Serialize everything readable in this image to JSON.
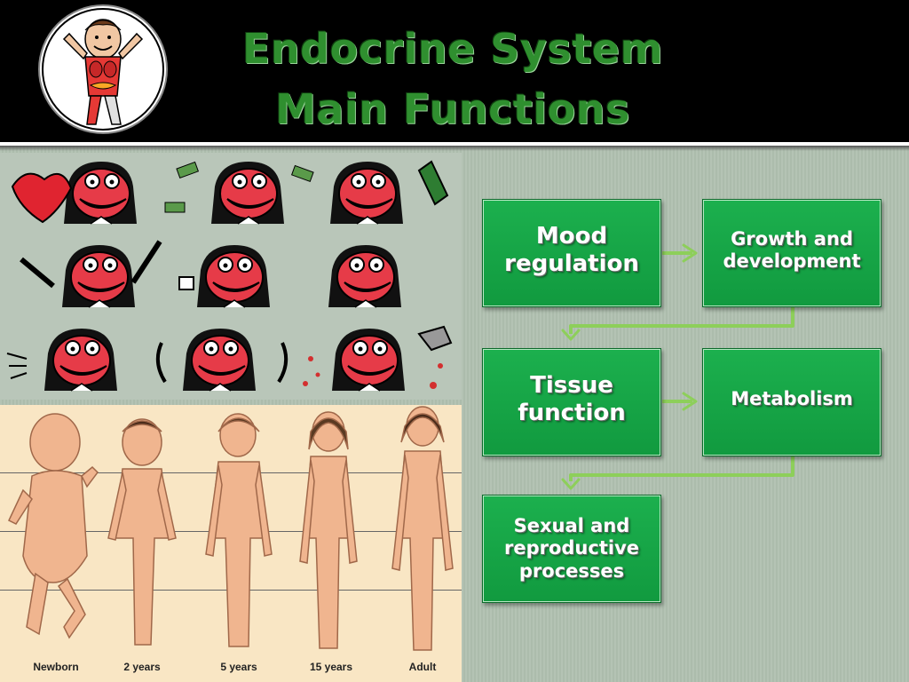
{
  "header": {
    "title_line1": "Endocrine System",
    "title_line2": "Main Functions"
  },
  "flowchart": {
    "boxes": {
      "mood_regulation": "Mood regulation",
      "growth_and_development": "Growth and development",
      "tissue_function": "Tissue function",
      "metabolism": "Metabolism",
      "sexual_and_reproductive": "Sexual and reproductive processes"
    },
    "box_color": "#16a34a",
    "arrow_color": "#8dcf5a"
  },
  "growth_panel": {
    "ages": [
      "Newborn",
      "2 years",
      "5 years",
      "15 years",
      "Adult"
    ]
  }
}
